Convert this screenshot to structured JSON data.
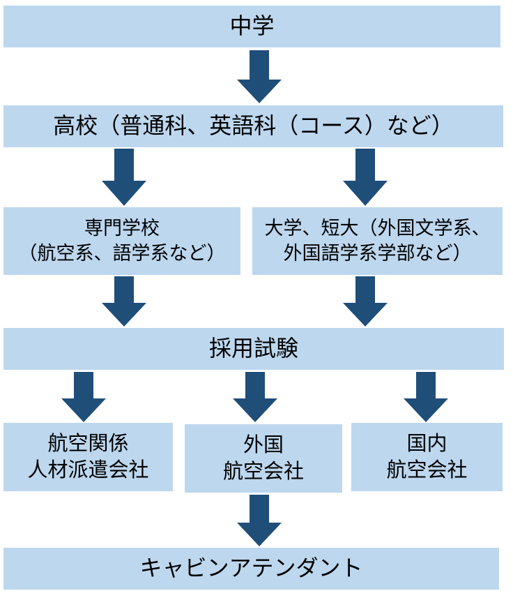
{
  "colors": {
    "box_fill": "#bdd7ee",
    "arrow_fill": "#1f4e79"
  },
  "nodes": {
    "middle_school": "中学",
    "high_school": "高校（普通科、英語科（コース）など）",
    "vocational_school": [
      "専門学校",
      "（航空系、語学系など）"
    ],
    "university": [
      "大学、短大（外国文学系、",
      "外国語学系学部など）"
    ],
    "employment_exam": "採用試験",
    "staffing_company": [
      "航空関係",
      "人材派遣会社"
    ],
    "foreign_airline": [
      "外国",
      "航空会社"
    ],
    "domestic_airline": [
      "国内",
      "航空会社"
    ],
    "cabin_attendant": "キャビンアテンダント"
  }
}
